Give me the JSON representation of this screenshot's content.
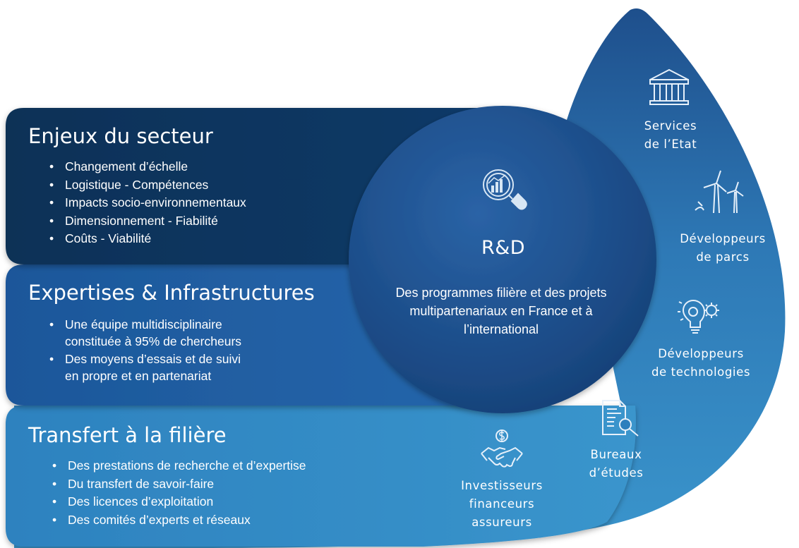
{
  "panels": [
    {
      "title": "Enjeux du secteur",
      "items": [
        "Changement d’échelle",
        "Logistique - Compétences",
        "Impacts socio-environnementaux",
        "Dimensionnement - Fiabilité",
        "Coûts - Viabilité"
      ]
    },
    {
      "title": "Expertises & Infrastructures",
      "items": [
        "Une équipe multidisciplinaire\nconstituée à 95% de chercheurs",
        "Des moyens d’essais et de suivi\nen propre et en partenariat"
      ]
    },
    {
      "title": "Transfert à la filière",
      "items": [
        "Des prestations de recherche et d’expertise",
        "Du transfert de savoir-faire",
        "Des licences d’exploitation",
        "Des comités d’experts et réseaux"
      ]
    }
  ],
  "center": {
    "title": "R&D",
    "description": "Des programmes filière et des projets multipartenariaux en France et à l’international"
  },
  "actors": [
    {
      "label": "Services\nde l’Etat",
      "icon": "government-building-icon"
    },
    {
      "label": "Développeurs\nde parcs",
      "icon": "wind-turbines-icon"
    },
    {
      "label": "Développeurs\nde technologies",
      "icon": "lightbulb-gears-icon"
    },
    {
      "label": "Bureaux\nd’études",
      "icon": "document-search-icon"
    },
    {
      "label": "Investisseurs\nfinanceurs\nassureurs",
      "icon": "handshake-dollar-icon"
    }
  ],
  "colors": {
    "panel_dark": "#0b3157",
    "panel_mid": "#1f5a9d",
    "panel_light": "#3088c2",
    "circle": "#1d4f8b",
    "swoosh_top": "#1e4f8c",
    "swoosh_bottom": "#3a95cc"
  }
}
